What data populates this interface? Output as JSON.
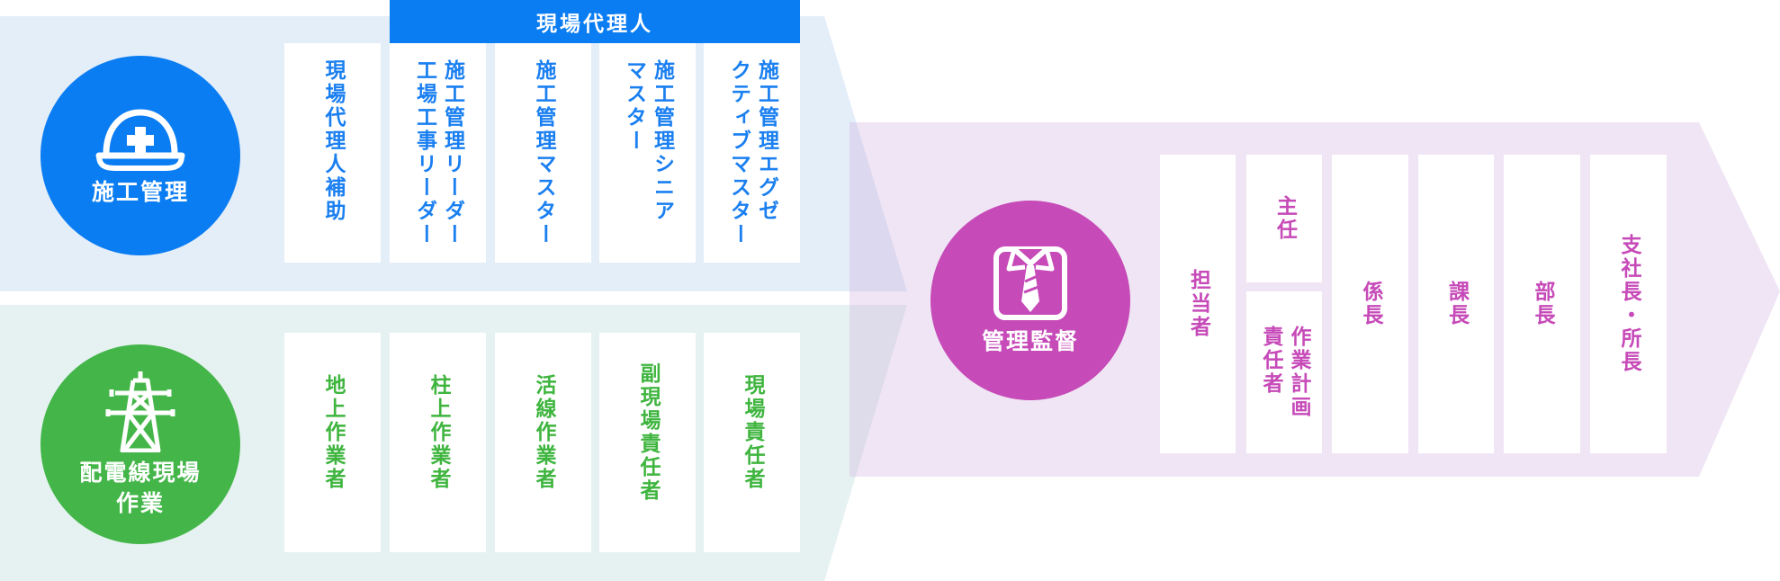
{
  "header": {
    "label": "現場代理人"
  },
  "construction": {
    "label": "施工管理",
    "icon": "hard-hat-icon",
    "color": "#1a7ff0",
    "cards": [
      {
        "lines": [
          "現場代理人補助"
        ]
      },
      {
        "lines": [
          "施工管理リーダー",
          "工場工事リーダー"
        ]
      },
      {
        "lines": [
          "施工管理マスター"
        ]
      },
      {
        "lines": [
          "施工管理シニア",
          "マスター"
        ]
      },
      {
        "lines": [
          "施工管理エグゼ",
          "クティブマスター"
        ]
      }
    ]
  },
  "distribution": {
    "label_line1": "配電線現場",
    "label_line2": "作業",
    "icon": "transmission-tower-icon",
    "color": "#44b649",
    "cards": [
      {
        "lines": [
          "地上作業者"
        ]
      },
      {
        "lines": [
          "柱上作業者"
        ]
      },
      {
        "lines": [
          "活線作業者"
        ]
      },
      {
        "lines": [
          "副現場責任者"
        ]
      },
      {
        "lines": [
          "現場責任者"
        ]
      }
    ]
  },
  "management": {
    "label": "管理監督",
    "icon": "shirt-tie-icon",
    "color": "#c64ab8",
    "cards": [
      {
        "lines": [
          "担当者"
        ]
      },
      {
        "top": "主任",
        "bottom": [
          "作業計画",
          "責任者"
        ]
      },
      {
        "lines": [
          "係長"
        ]
      },
      {
        "lines": [
          "課長"
        ]
      },
      {
        "lines": [
          "部長"
        ]
      },
      {
        "lines": [
          "支社長・所長"
        ]
      }
    ]
  }
}
